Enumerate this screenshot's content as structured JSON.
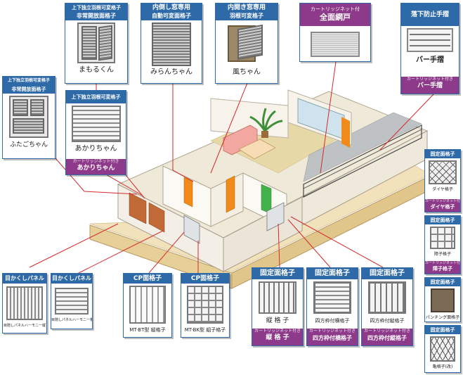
{
  "callouts": {
    "marumorukun": {
      "header1": "上下独立羽根可変格子",
      "header2": "非常開放面格子",
      "name": "まもるくん"
    },
    "miranchan": {
      "header1": "内倒し窓専用",
      "header2": "自動可変面格子",
      "name": "みらんちゃん"
    },
    "kazechan": {
      "header1": "内開き窓専用",
      "header2": "羽根可変格子",
      "name": "風ちゃん"
    },
    "screen": {
      "top_label": "カートリッジネット付",
      "header": "全面網戸"
    },
    "handrail": {
      "header": "落下防止手摺",
      "name": "バー手摺",
      "net_label": "カートリッジネット付き",
      "net_name": "バー手摺"
    },
    "futagochan": {
      "header1": "上下独立羽根可変格子",
      "header2": "非常開放面格子",
      "name": "ふたごちゃん"
    },
    "akarichan": {
      "header": "上下独立羽根可変格子",
      "name": "あかりちゃん",
      "net_label": "カートリッジネット付き",
      "net_name": "あかりちゃん"
    }
  },
  "right_column": {
    "header": "固定面格子",
    "items": [
      {
        "name": "ダイヤ格子",
        "net_label": "カートリッジネット付き",
        "net_name": "ダイヤ格子"
      },
      {
        "name": "障子格子",
        "net_label": "カートリッジネット付き",
        "net_name": "障子格子"
      },
      {
        "name": "パンチング面格子",
        "net_label": "",
        "net_name": ""
      },
      {
        "name": "亀格子(改)",
        "net_label": "",
        "net_name": ""
      }
    ]
  },
  "bottom": {
    "panel_wide": {
      "header": "目かくしパネル",
      "name": "目隠しパネルハーモニー縦"
    },
    "panel_horiz": {
      "header": "目かくしパネル",
      "name": "目隠しパネルハーモニー横"
    },
    "cp_bt": {
      "header": "CP面格子",
      "name": "MT-BT型 縦格子"
    },
    "cp_bk": {
      "header": "CP面格子",
      "name": "MT-BK型 組子格子"
    },
    "fixed_vert": {
      "header": "固定面格子",
      "name": "縦 格 子",
      "net_label": "カートリッジネット付き",
      "net_name": "縦 格 子"
    },
    "fixed_4h": {
      "header": "固定面格子",
      "name": "四方枠付横格子",
      "net_label": "カートリッジネット付き",
      "net_name": "四方枠付横格子"
    },
    "fixed_4v": {
      "header": "固定面格子",
      "name": "四方枠付縦格子",
      "net_label": "カートリッジネット付き",
      "net_name": "四方枠付縦格子"
    }
  },
  "colors": {
    "header_blue": "#2f6aa8",
    "net_purple": "#8e3a8a",
    "leader_red": "#d42a2a",
    "wall": "#f4efe6",
    "floor_tan": "#d8cba2",
    "accent_orange": "#f08a1a"
  }
}
